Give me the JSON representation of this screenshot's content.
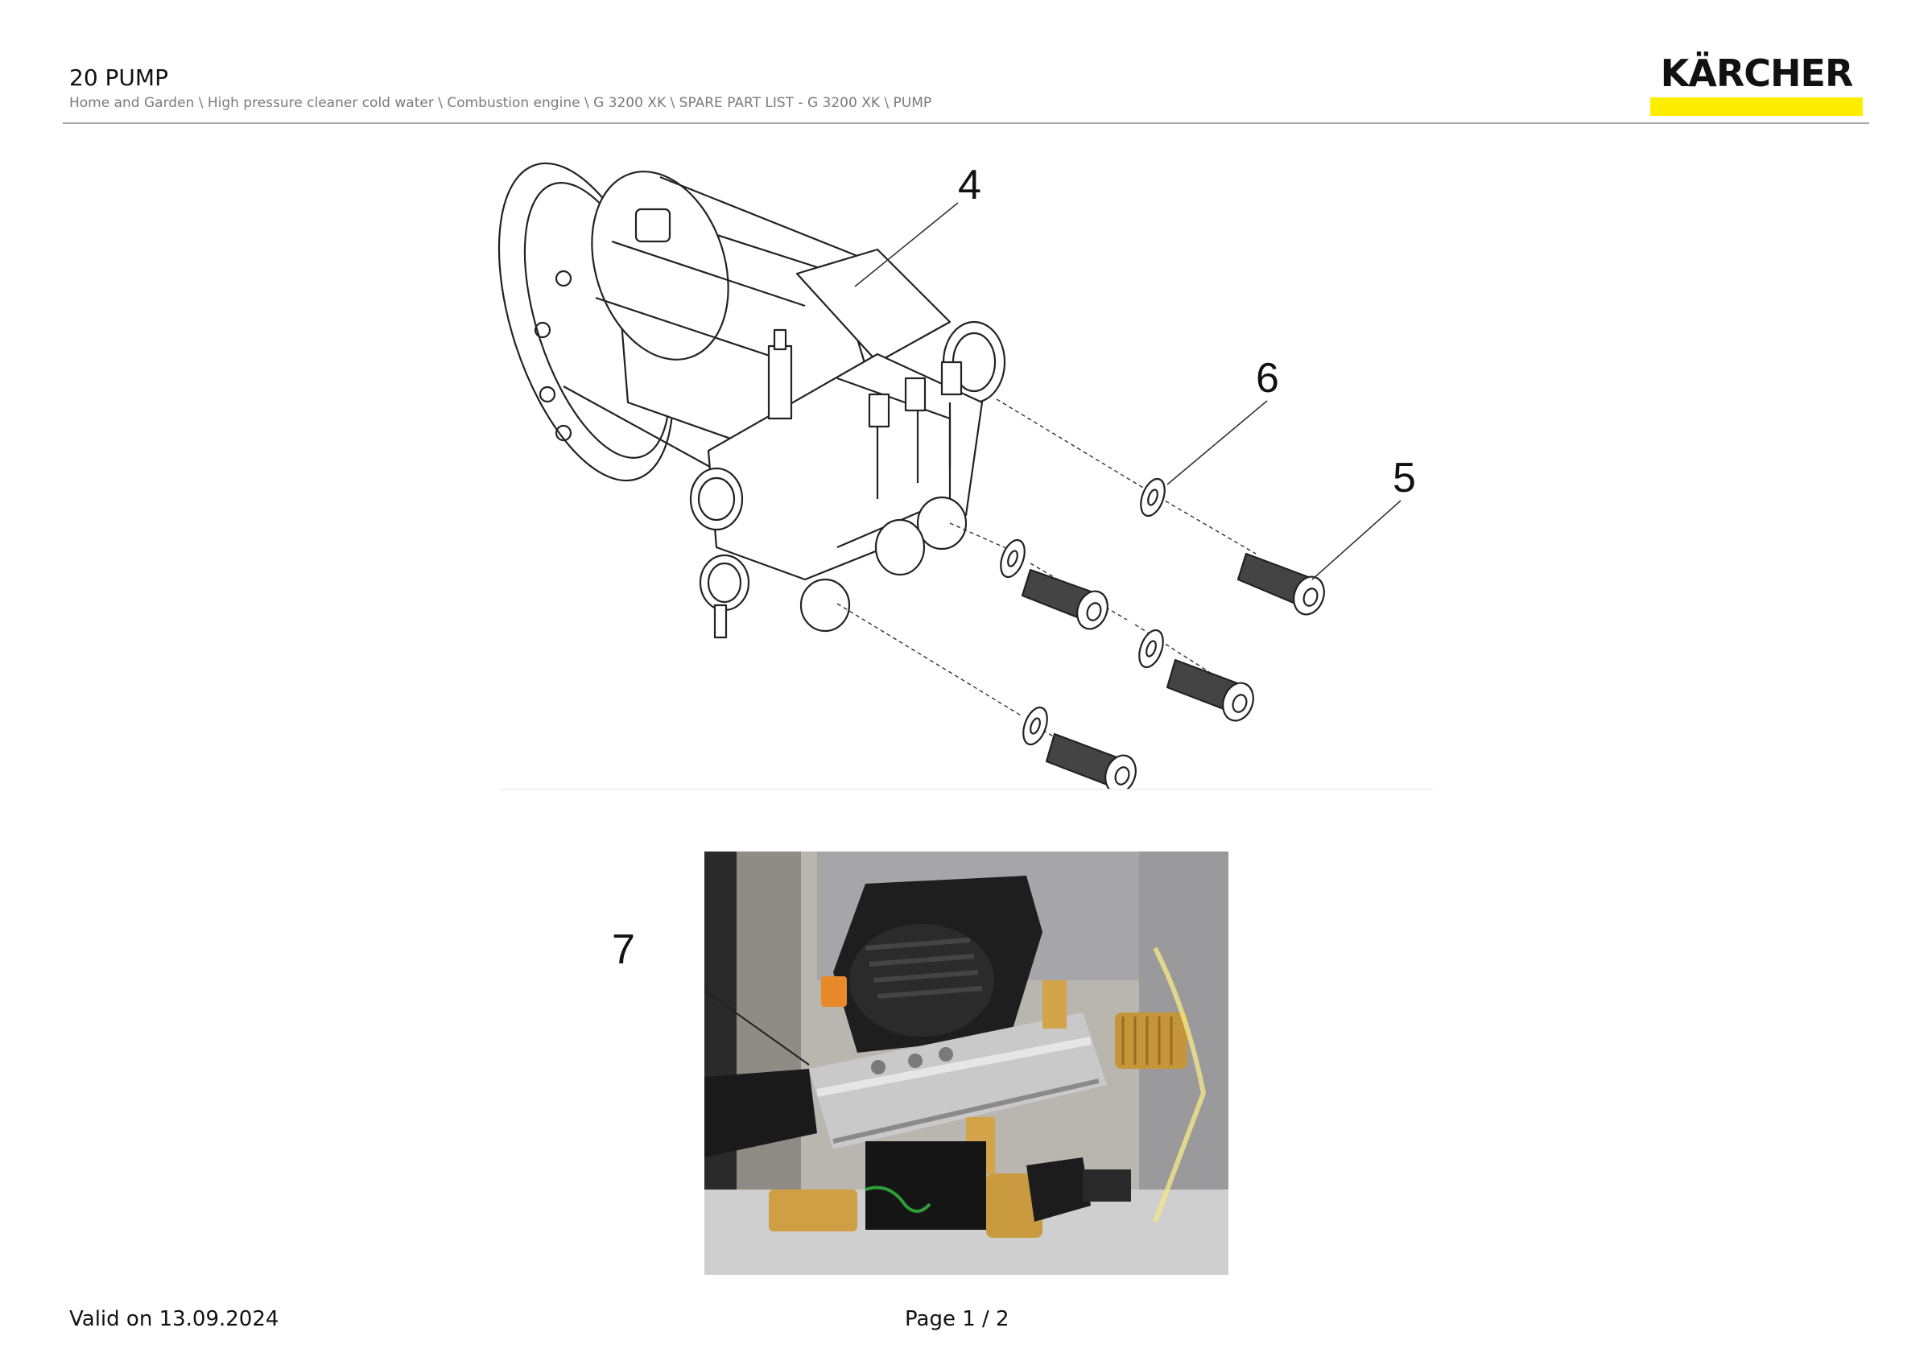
{
  "header": {
    "title": "20 PUMP",
    "breadcrumb": "Home and Garden \\ High pressure cleaner cold water \\ Combustion engine \\ G 3200 XK \\ SPARE PART LIST - G 3200 XK \\ PUMP"
  },
  "logo": {
    "text": "KÄRCHER",
    "brand_yellow": "#ffed00"
  },
  "callouts": {
    "part_4": "4",
    "part_5": "5",
    "part_6": "6",
    "part_7": "7"
  },
  "footer": {
    "valid": "Valid on 13.09.2024",
    "page": "Page 1 / 2"
  }
}
